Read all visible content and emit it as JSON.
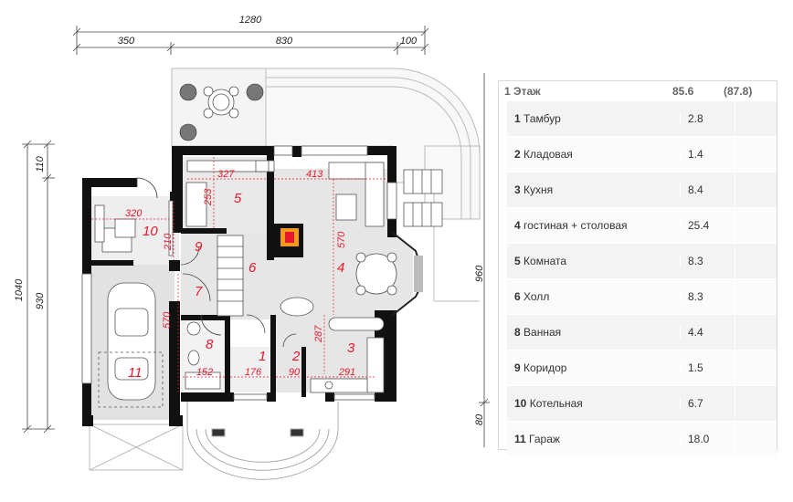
{
  "plan": {
    "overall_dims": {
      "top_total": "1280",
      "top_parts": [
        "350",
        "830",
        "100"
      ],
      "left_total": "1040",
      "left_inner": "930",
      "left_small": "110",
      "right_mid": "960",
      "right_bottom": "80"
    },
    "room_numbers": [
      "1",
      "2",
      "3",
      "4",
      "5",
      "6",
      "7",
      "8",
      "9",
      "10",
      "11"
    ],
    "room_dims": {
      "d327": "327",
      "d413": "413",
      "d253": "253",
      "d320": "320",
      "d210": "210",
      "d570a": "570",
      "d570b": "570",
      "d287": "287",
      "d152": "152",
      "d176": "176",
      "d90": "90",
      "d291": "291"
    }
  },
  "table": {
    "header": {
      "title_num": "1",
      "title": "Этаж",
      "area": "85.6",
      "area_alt": "(87.8)"
    },
    "rows": [
      {
        "num": "1",
        "name": "Тамбур",
        "area": "2.8"
      },
      {
        "num": "2",
        "name": "Кладовая",
        "area": "1.4"
      },
      {
        "num": "3",
        "name": "Кухня",
        "area": "8.4"
      },
      {
        "num": "4",
        "name": "гостиная + столовая",
        "area": "25.4"
      },
      {
        "num": "5",
        "name": "Комната",
        "area": "8.3"
      },
      {
        "num": "6",
        "name": "Холл",
        "area": "8.3"
      },
      {
        "num": "8",
        "name": "Ванная",
        "area": "4.4"
      },
      {
        "num": "9",
        "name": "Коридор",
        "area": "1.5"
      },
      {
        "num": "10",
        "name": "Котельная",
        "area": "6.7"
      },
      {
        "num": "11",
        "name": "Гараж",
        "area": "18.0"
      }
    ]
  }
}
